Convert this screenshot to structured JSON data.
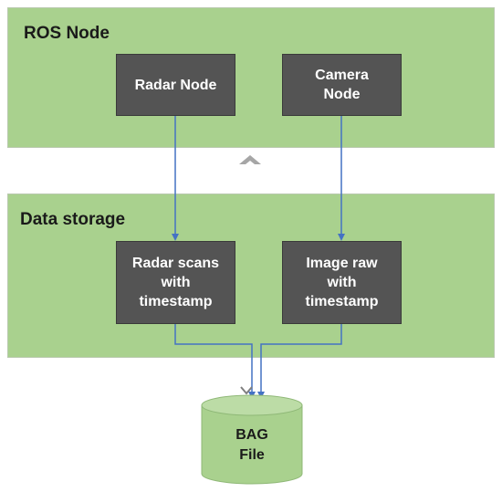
{
  "panels": {
    "ros_node": {
      "title": "ROS Node"
    },
    "data_storage": {
      "title": "Data storage"
    }
  },
  "nodes": {
    "radar_node": "Radar Node",
    "camera_node": "Camera\nNode",
    "radar_scans": "Radar scans\nwith\ntimestamp",
    "image_raw": "Image raw\nwith\ntimestamp"
  },
  "storage": {
    "bag_file": "BAG\nFile"
  },
  "colors": {
    "panel_fill": "#a9d18e",
    "node_fill": "#545454",
    "arrow": "#4472c4",
    "cylinder_fill": "#a9d18e"
  }
}
